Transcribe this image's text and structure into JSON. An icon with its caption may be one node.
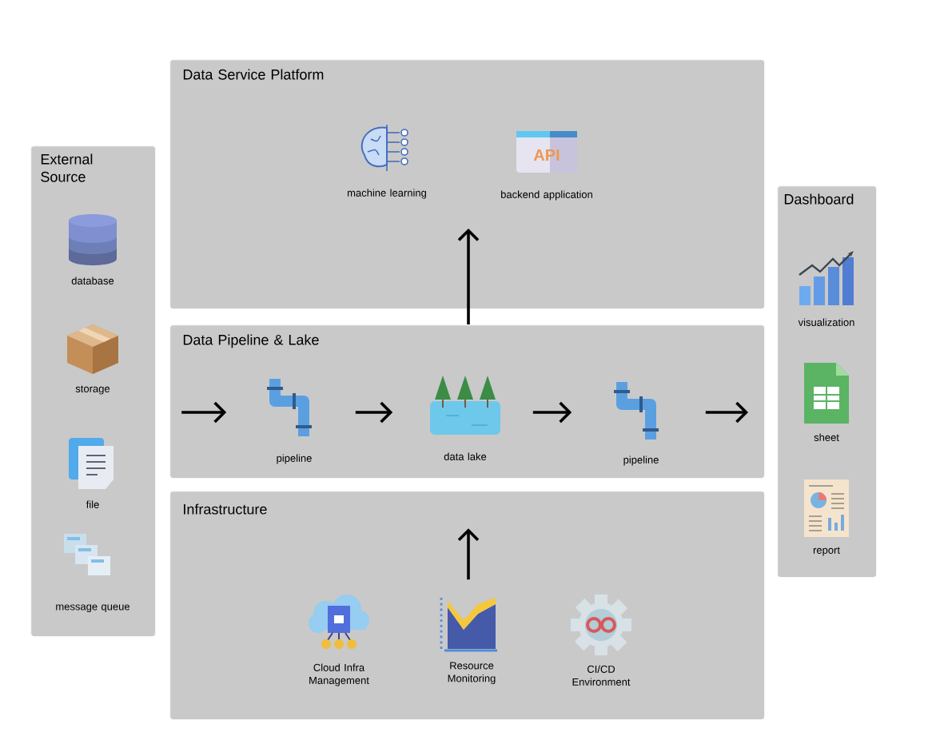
{
  "diagram": {
    "nodes": [
      {
        "text": [
          "External Source"
        ]
      },
      {
        "text": [
          "database"
        ],
        "in": 0
      },
      {
        "text": [
          "storage"
        ],
        "in": 0
      },
      {
        "text": [
          "file"
        ],
        "in": 0
      },
      {
        "text": [
          "message queue"
        ],
        "in": 0
      },
      {
        "text": [
          "Data Service Platform"
        ]
      },
      {
        "text": [
          "machine learning"
        ],
        "in": 5
      },
      {
        "text": [
          "backend application"
        ],
        "in": 5
      },
      {
        "text": [
          "Data Pipeline & Lake"
        ]
      },
      {
        "text": [
          "pipeline"
        ],
        "in": 8
      },
      {
        "text": [
          "data lake"
        ],
        "in": 8
      },
      {
        "text": [
          "pipeline"
        ],
        "in": 8
      },
      {
        "text": [
          "Infrastructure"
        ]
      },
      {
        "text": [
          "Cloud Infra Management"
        ],
        "in": 12
      },
      {
        "text": [
          "Resource Monitoring"
        ],
        "in": 12
      },
      {
        "text": [
          "CI/CD Environment"
        ],
        "in": 12
      },
      {
        "text": [
          "Dashboard"
        ]
      },
      {
        "text": [
          "visualization"
        ],
        "in": 16
      },
      {
        "text": [
          "sheet"
        ],
        "in": 16
      },
      {
        "text": [
          "report"
        ],
        "in": 16
      }
    ],
    "edges": [
      {
        "from": 0,
        "to": 9,
        "arrow": "to"
      },
      {
        "from": 9,
        "to": 10,
        "arrow": "to"
      },
      {
        "from": 10,
        "to": 11,
        "arrow": "to"
      },
      {
        "from": 11,
        "to": 16,
        "arrow": "to"
      },
      {
        "from": 14,
        "to": 8,
        "arrow": "to"
      },
      {
        "from": 8,
        "to": null,
        "arrow": "to"
      }
    ],
    "labels": [
      "API"
    ]
  }
}
